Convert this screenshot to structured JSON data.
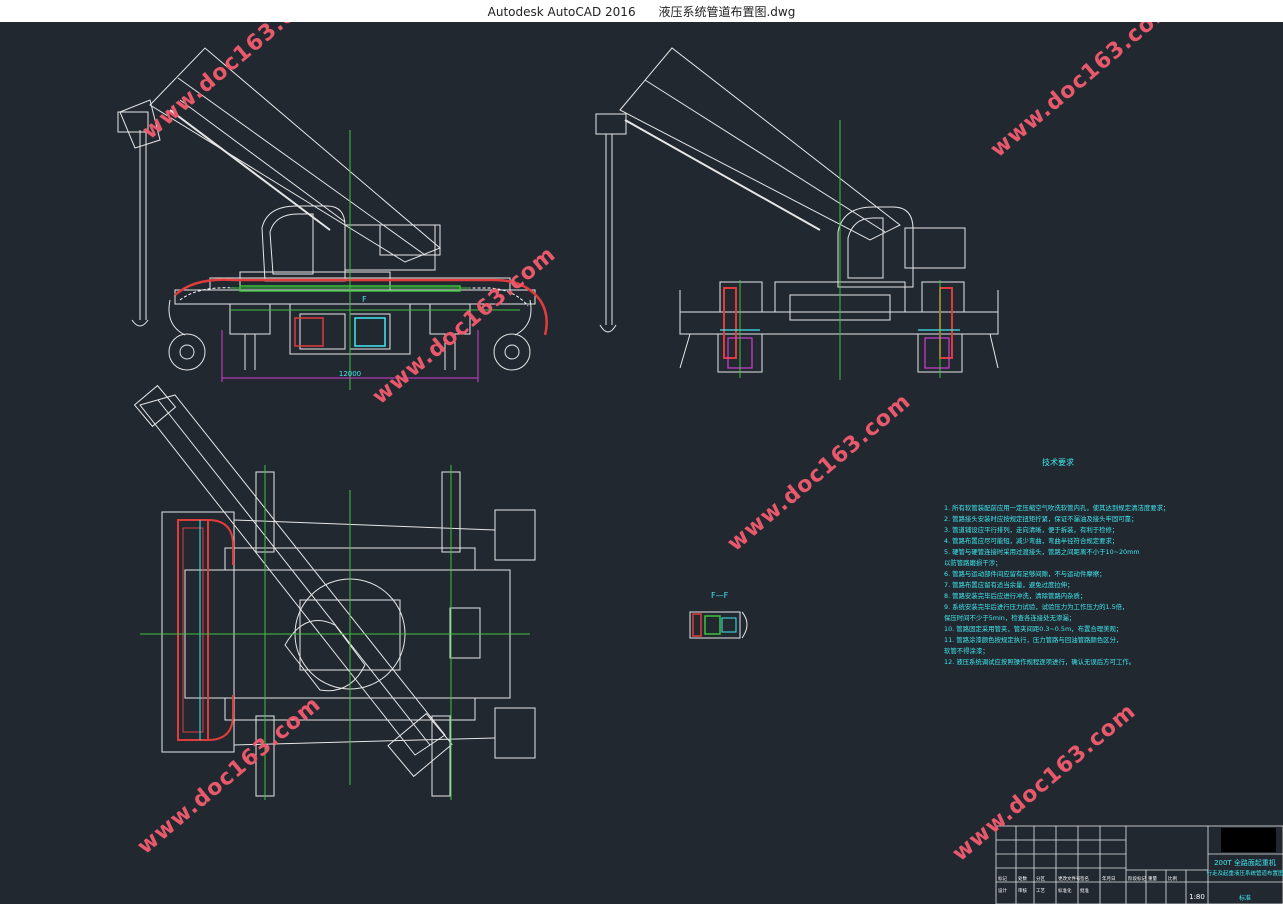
{
  "window": {
    "app": "Autodesk AutoCAD 2016",
    "file": "液压系统管道布置图.dwg"
  },
  "watermark": "www.doc163.com",
  "drawing": {
    "dimension_1": "12000",
    "section_label": "F",
    "section_view_label": "F—F",
    "tech_title": "技术要求",
    "tech_requirements": [
      "1. 所有软管装配前应用一定压缩空气吹洗软管内孔，使其达到规定清洁度要求；",
      "2. 管路接头安装时应按规定扭矩拧紧，保证不漏油及接头牢固可靠；",
      "3. 管道铺设应平行排列，走向清晰，便于拆装，有利于检修；",
      "4. 管路布置应尽可能短，减少弯曲，弯曲半径符合规定要求；",
      "5. 硬管与硬管连接时采用过渡接头，管路之间距离不小于10~20mm",
      "   以防管路磨损干涉；",
      "6. 管路与运动部件间应留有足够间隙，不与运动件摩擦；",
      "7. 管路布置应留有适当余量，避免过度拉伸；",
      "8. 管路安装完毕后应进行冲洗，清除管路内杂质；",
      "9. 系统安装完毕后进行压力试验，试验压力为工作压力的1.5倍，",
      "   保压时间不少于5min，检查各连接处无渗漏；",
      "10. 管路固定采用管夹，管夹间距0.3~0.5m，布置合理美观；",
      "11. 管路涂漆颜色按规定执行，压力管路与回油管路颜色区分，",
      "    软管不得涂漆；",
      "12. 液压系统调试应按照操作规程逐项进行，确认无误后方可工作。"
    ],
    "title_block": {
      "title_line1": "200T 全路面起重机",
      "title_line2": "行走及起重液压系统管道布置图",
      "scale": "1:80",
      "col_labels": [
        "标记",
        "处数",
        "分区",
        "更改文件号",
        "签名",
        "年月日"
      ],
      "row_labels": [
        "设计",
        "审核",
        "工艺",
        "标准化",
        "批准"
      ],
      "stage_labels": [
        "阶段标记",
        "重量",
        "比例"
      ],
      "footer": "标准"
    }
  }
}
